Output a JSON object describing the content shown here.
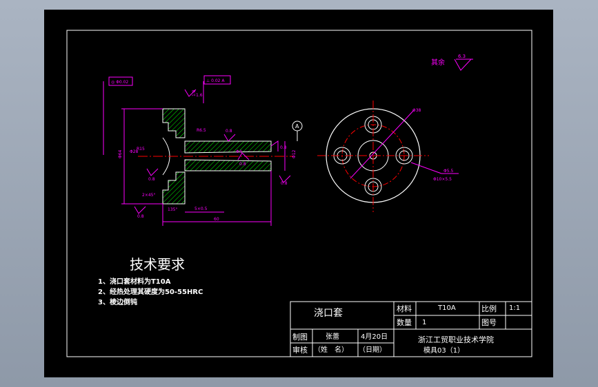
{
  "colors": {
    "background": "#000000",
    "frame": "#ffffff",
    "dimension": "#ff00ff",
    "hatch": "#00ff00",
    "center_line": "#ff0000",
    "text": "#ffffff"
  },
  "roughness_note": {
    "label": "其余",
    "value": "6.3"
  },
  "section_view": {
    "datum": "A",
    "tolerance_frames": [
      "◎ Φ0.02",
      "⊥ 0.02 A"
    ],
    "dimensions": [
      "Φ64",
      "Φ28",
      "R15",
      "R6.5",
      "2×45°",
      "135°",
      "5×0.5",
      "60",
      "Φ12",
      "1:8",
      "Φ4"
    ],
    "roughness": [
      "1.6",
      "0.8",
      "0.8",
      "0.8",
      "0.8",
      "0.8",
      "0.8"
    ]
  },
  "end_view": {
    "dimensions": [
      "Φ38",
      "Φ5.5",
      "Φ10×5.5"
    ]
  },
  "technical_requirements": {
    "title": "技术要求",
    "items": [
      "1、浇口套材料为T10A",
      "2、经热处理其硬度为50-55HRC",
      "3、棱边倒钝"
    ]
  },
  "title_block": {
    "part_name": "浇口套",
    "material_label": "材料",
    "material_value": "T10A",
    "scale_label": "比例",
    "scale_value": "1:1",
    "quantity_label": "数量",
    "quantity_value": "1",
    "drawing_no_label": "图号",
    "drawing_no_value": "",
    "drawn_label": "制图",
    "drawn_name": "张蕾",
    "drawn_date": "4月20日",
    "checked_label": "审核",
    "checked_name": "（姓　名）",
    "checked_date": "（日期）",
    "school": "浙江工贸职业技术学院",
    "project": "模具03（1）"
  }
}
